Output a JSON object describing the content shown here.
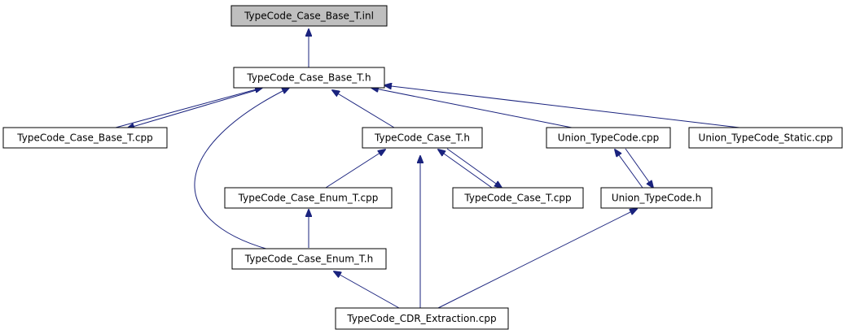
{
  "diagram": {
    "type": "include dependency graph",
    "nodes": {
      "base_inl": {
        "label": "TypeCode_Case_Base_T.inl",
        "highlighted": true
      },
      "base_h": {
        "label": "TypeCode_Case_Base_T.h"
      },
      "base_cpp": {
        "label": "TypeCode_Case_Base_T.cpp"
      },
      "case_h": {
        "label": "TypeCode_Case_T.h"
      },
      "union_cpp": {
        "label": "Union_TypeCode.cpp"
      },
      "union_static_cpp": {
        "label": "Union_TypeCode_Static.cpp"
      },
      "enum_cpp": {
        "label": "TypeCode_Case_Enum_T.cpp"
      },
      "case_cpp": {
        "label": "TypeCode_Case_T.cpp"
      },
      "union_h": {
        "label": "Union_TypeCode.h"
      },
      "enum_h": {
        "label": "TypeCode_Case_Enum_T.h"
      },
      "cdr_cpp": {
        "label": "TypeCode_CDR_Extraction.cpp"
      }
    },
    "edges": [
      {
        "from": "base_h",
        "to": "base_inl"
      },
      {
        "from": "base_cpp",
        "to": "base_h"
      },
      {
        "from": "base_h",
        "to": "base_cpp"
      },
      {
        "from": "enum_h",
        "to": "base_h"
      },
      {
        "from": "case_h",
        "to": "base_h"
      },
      {
        "from": "union_cpp",
        "to": "base_h"
      },
      {
        "from": "union_static_cpp",
        "to": "base_h"
      },
      {
        "from": "enum_cpp",
        "to": "case_h"
      },
      {
        "from": "case_cpp",
        "to": "case_h"
      },
      {
        "from": "case_h",
        "to": "case_cpp"
      },
      {
        "from": "cdr_cpp",
        "to": "case_h"
      },
      {
        "from": "union_h",
        "to": "union_cpp"
      },
      {
        "from": "union_cpp",
        "to": "union_h"
      },
      {
        "from": "enum_h",
        "to": "enum_cpp"
      },
      {
        "from": "cdr_cpp",
        "to": "enum_h"
      },
      {
        "from": "cdr_cpp",
        "to": "union_h"
      }
    ]
  }
}
